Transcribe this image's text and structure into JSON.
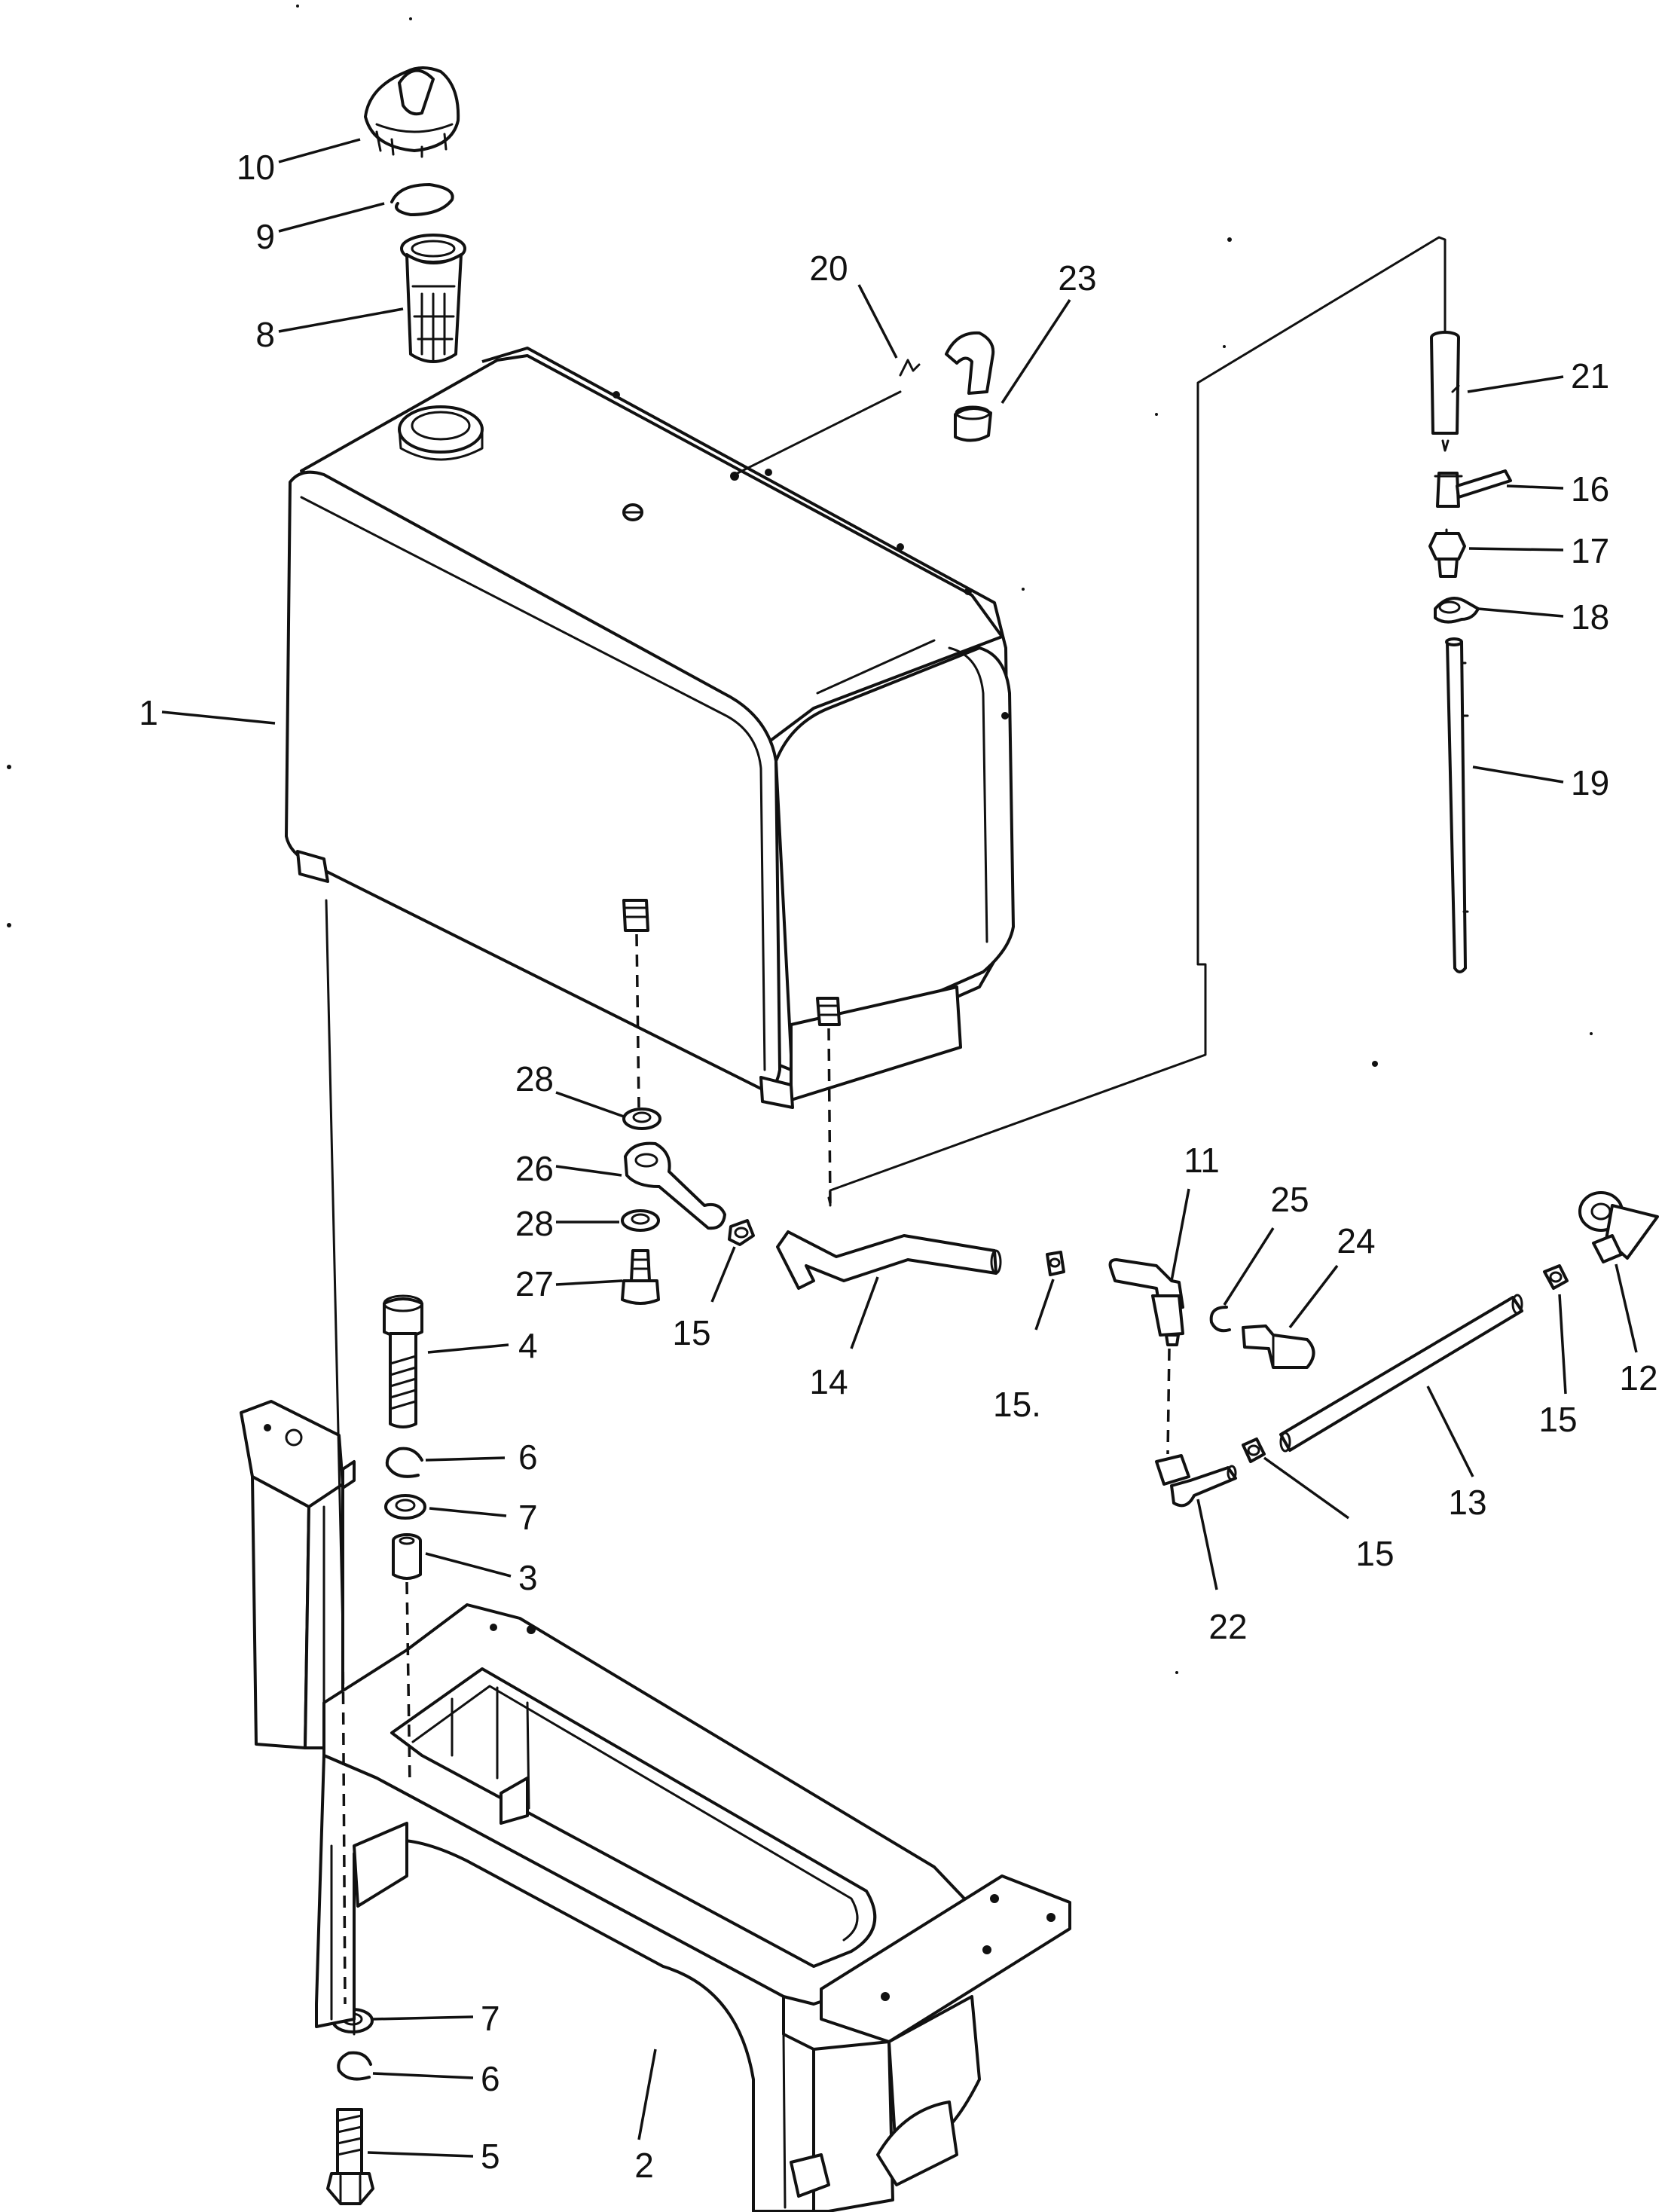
{
  "callouts": [
    {
      "n": "1",
      "text": "1"
    },
    {
      "n": "2",
      "text": "2"
    },
    {
      "n": "3",
      "text": "3"
    },
    {
      "n": "4",
      "text": "4"
    },
    {
      "n": "5",
      "text": "5"
    },
    {
      "n": "6a",
      "text": "6"
    },
    {
      "n": "6b",
      "text": "6"
    },
    {
      "n": "7a",
      "text": "7"
    },
    {
      "n": "7b",
      "text": "7"
    },
    {
      "n": "8",
      "text": "8"
    },
    {
      "n": "9",
      "text": "9"
    },
    {
      "n": "10",
      "text": "10"
    },
    {
      "n": "11",
      "text": "11"
    },
    {
      "n": "12",
      "text": "12"
    },
    {
      "n": "13",
      "text": "13"
    },
    {
      "n": "14",
      "text": "14"
    },
    {
      "n": "15a",
      "text": "15"
    },
    {
      "n": "15b",
      "text": "15."
    },
    {
      "n": "15c",
      "text": "15"
    },
    {
      "n": "15d",
      "text": "15"
    },
    {
      "n": "16",
      "text": "16"
    },
    {
      "n": "17",
      "text": "17"
    },
    {
      "n": "18",
      "text": "18"
    },
    {
      "n": "19",
      "text": "19"
    },
    {
      "n": "20",
      "text": "20"
    },
    {
      "n": "21",
      "text": "21"
    },
    {
      "n": "22",
      "text": "22"
    },
    {
      "n": "23",
      "text": "23"
    },
    {
      "n": "24",
      "text": "24"
    },
    {
      "n": "25",
      "text": "25"
    },
    {
      "n": "26",
      "text": "26"
    },
    {
      "n": "27",
      "text": "27"
    },
    {
      "n": "28a",
      "text": "28"
    },
    {
      "n": "28b",
      "text": "28"
    }
  ]
}
